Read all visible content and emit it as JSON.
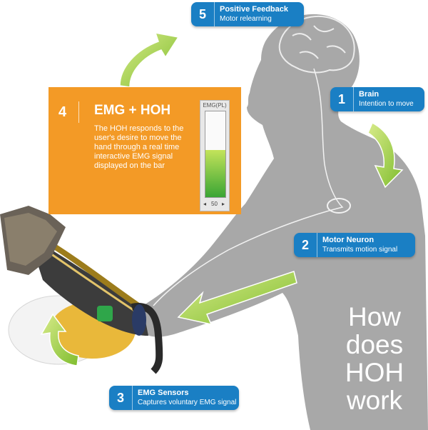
{
  "steps": [
    {
      "number": "1",
      "title": "Brain",
      "subtitle": "Intention to move"
    },
    {
      "number": "2",
      "title": "Motor Neuron",
      "subtitle": "Transmits motion signal"
    },
    {
      "number": "3",
      "title": "EMG Sensors",
      "subtitle": "Captures voluntary EMG signal"
    },
    {
      "number": "4",
      "title": "EMG + HOH",
      "description": "The HOH responds to the user's desire to move the hand through a real time interactive EMG signal displayed on the bar"
    },
    {
      "number": "5",
      "title": "Positive Feedback",
      "subtitle": "Motor relearning"
    }
  ],
  "emg_widget": {
    "label": "EMG(PL)",
    "value": "50",
    "level": 0.55
  },
  "heading_lines": [
    "How",
    "does",
    "HOH",
    "work"
  ],
  "colors": {
    "badge_blue": "#1a7fc4",
    "panel_orange": "#f39a26",
    "arrow_green": "#8cc63f",
    "silhouette_gray": "#a8a8a8"
  }
}
